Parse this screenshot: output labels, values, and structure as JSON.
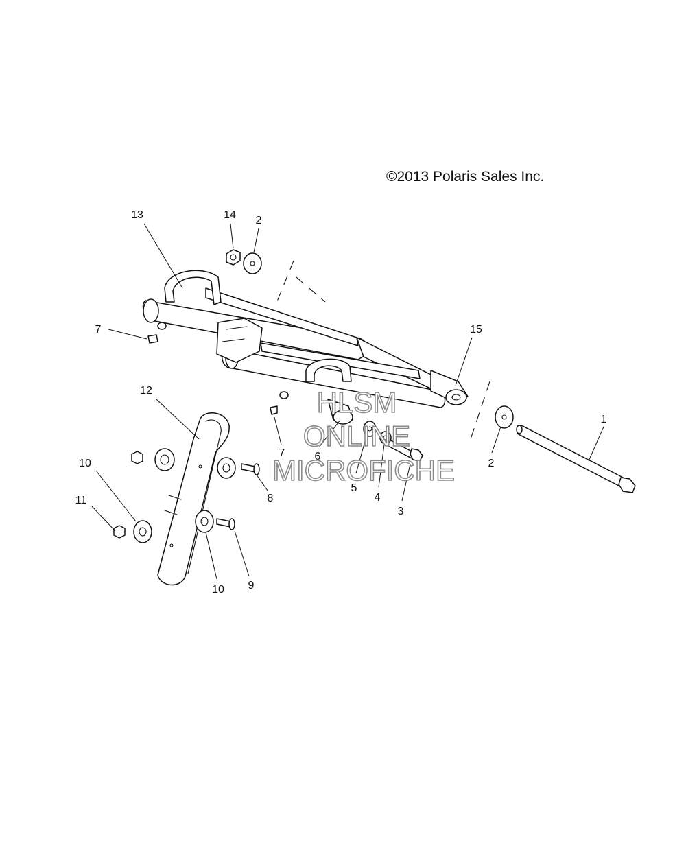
{
  "copyright": "©2013 Polaris Sales Inc.",
  "watermark": {
    "line1": "HLSM",
    "line2": "ONLINE",
    "line3": "MICROFICHE"
  },
  "callouts": {
    "c1": "1",
    "c2a": "2",
    "c2b": "2",
    "c3": "3",
    "c4": "4",
    "c5": "5",
    "c6": "6",
    "c7a": "7",
    "c7b": "7",
    "c8": "8",
    "c9": "9",
    "c10a": "10",
    "c10b": "10",
    "c11": "11",
    "c12": "12",
    "c13": "13",
    "c14": "14",
    "c15": "15"
  }
}
